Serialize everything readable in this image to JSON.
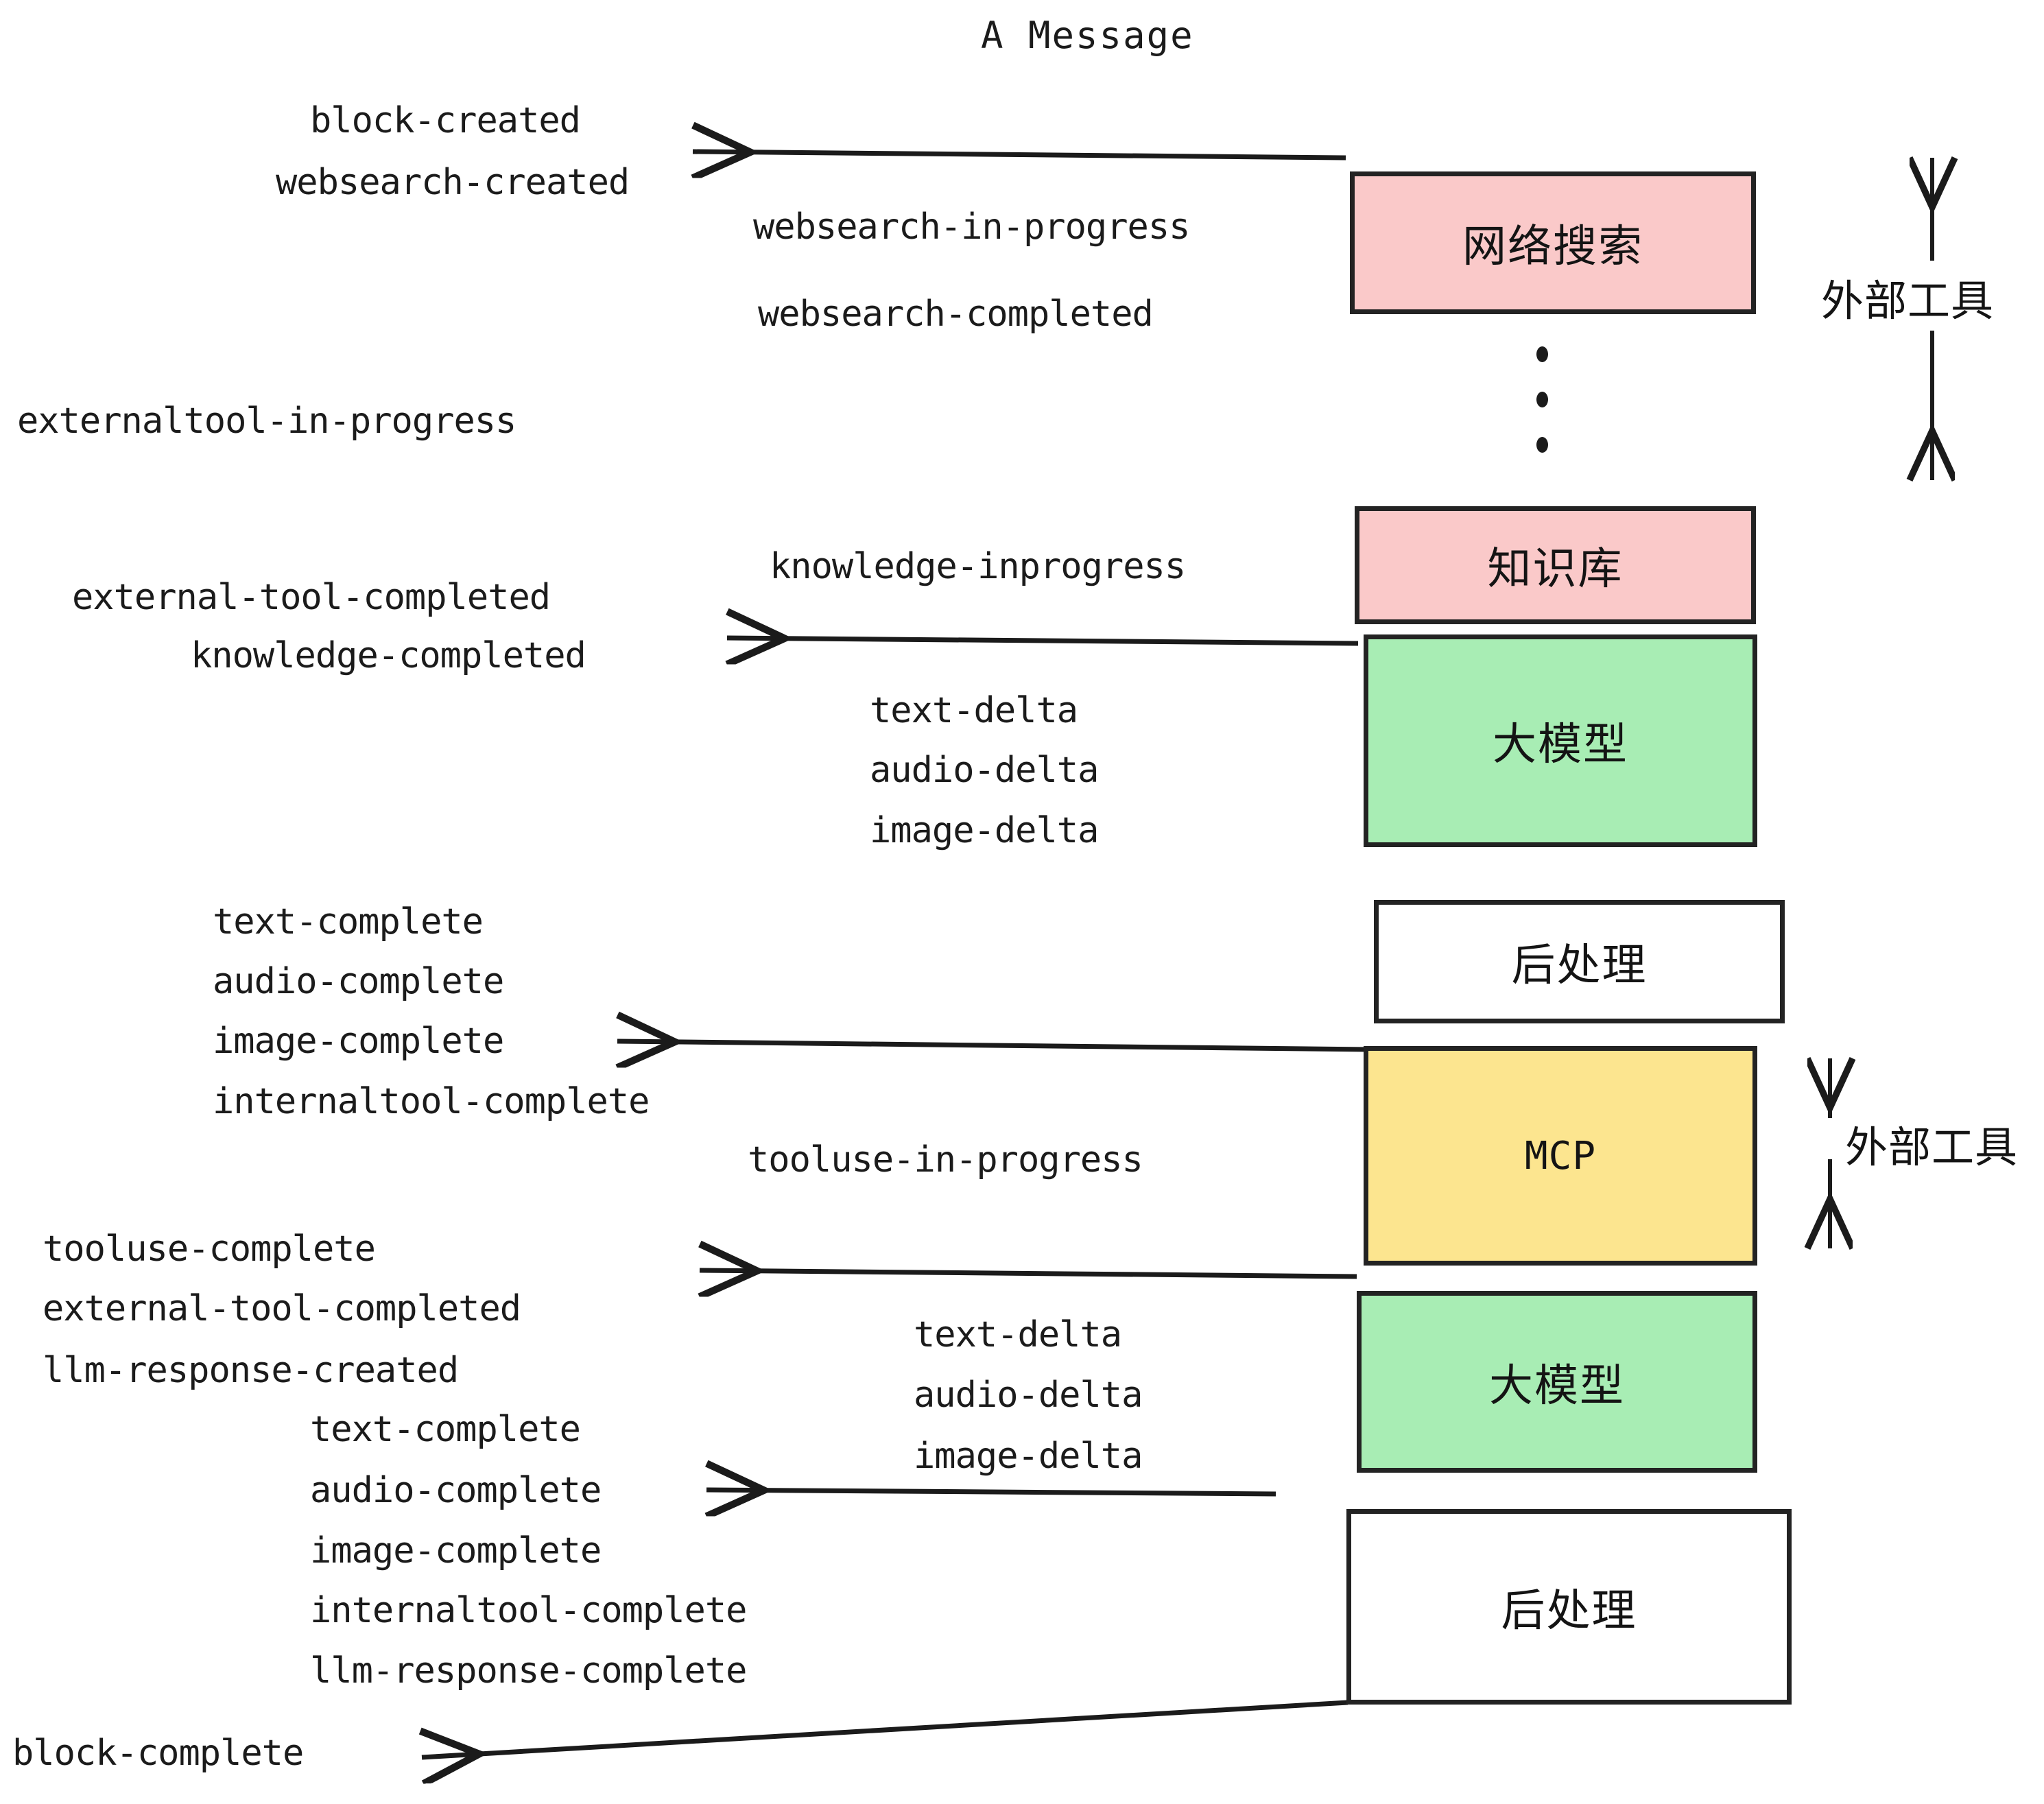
{
  "title": "A Message",
  "boxes": [
    {
      "id": "websearch",
      "label": "网络搜索",
      "color": "#fac9c9"
    },
    {
      "id": "knowledge",
      "label": "知识库",
      "color": "#fac9c9"
    },
    {
      "id": "llm-1",
      "label": "大模型",
      "color": "#a8edb4"
    },
    {
      "id": "postproc-1",
      "label": "后处理",
      "color": "#ffffff"
    },
    {
      "id": "mcp",
      "label": "MCP",
      "color": "#fce58f"
    },
    {
      "id": "llm-2",
      "label": "大模型",
      "color": "#a8edb4"
    },
    {
      "id": "postproc-2",
      "label": "后处理",
      "color": "#ffffff"
    }
  ],
  "side_labels": [
    {
      "id": "external-tools-top",
      "text": "外部工具"
    },
    {
      "id": "external-tools-bottom",
      "text": "外部工具"
    }
  ],
  "events": [
    {
      "id": "block-created",
      "text": "block-created"
    },
    {
      "id": "websearch-created",
      "text": "websearch-created"
    },
    {
      "id": "websearch-in-progress",
      "text": "websearch-in-progress"
    },
    {
      "id": "websearch-completed",
      "text": "websearch-completed"
    },
    {
      "id": "externaltool-in-progress",
      "text": "externaltool-in-progress"
    },
    {
      "id": "knowledge-inprogress",
      "text": "knowledge-inprogress"
    },
    {
      "id": "external-tool-completed-1",
      "text": "external-tool-completed"
    },
    {
      "id": "knowledge-completed",
      "text": "knowledge-completed"
    },
    {
      "id": "text-delta-1",
      "text": "text-delta"
    },
    {
      "id": "audio-delta-1",
      "text": "audio-delta"
    },
    {
      "id": "image-delta-1",
      "text": "image-delta"
    },
    {
      "id": "text-complete-1",
      "text": "text-complete"
    },
    {
      "id": "audio-complete-1",
      "text": "audio-complete"
    },
    {
      "id": "image-complete-1",
      "text": "image-complete"
    },
    {
      "id": "internaltool-complete-1",
      "text": "internaltool-complete"
    },
    {
      "id": "tooluse-in-progress",
      "text": "tooluse-in-progress"
    },
    {
      "id": "tooluse-complete",
      "text": "tooluse-complete"
    },
    {
      "id": "external-tool-completed-2",
      "text": "external-tool-completed"
    },
    {
      "id": "llm-response-created",
      "text": "llm-response-created"
    },
    {
      "id": "text-delta-2",
      "text": "text-delta"
    },
    {
      "id": "audio-delta-2",
      "text": "audio-delta"
    },
    {
      "id": "image-delta-2",
      "text": "image-delta"
    },
    {
      "id": "text-complete-2",
      "text": "text-complete"
    },
    {
      "id": "audio-complete-2",
      "text": "audio-complete"
    },
    {
      "id": "image-complete-2",
      "text": "image-complete"
    },
    {
      "id": "internaltool-complete-2",
      "text": "internaltool-complete"
    },
    {
      "id": "llm-response-complete",
      "text": "llm-response-complete"
    },
    {
      "id": "block-complete",
      "text": "block-complete"
    }
  ],
  "colors": {
    "pink": "#fac9c9",
    "green": "#a8edb4",
    "yellow": "#fce58f",
    "white": "#ffffff",
    "stroke": "#232323",
    "text": "#1b1b1b",
    "background": "#ffffff"
  }
}
